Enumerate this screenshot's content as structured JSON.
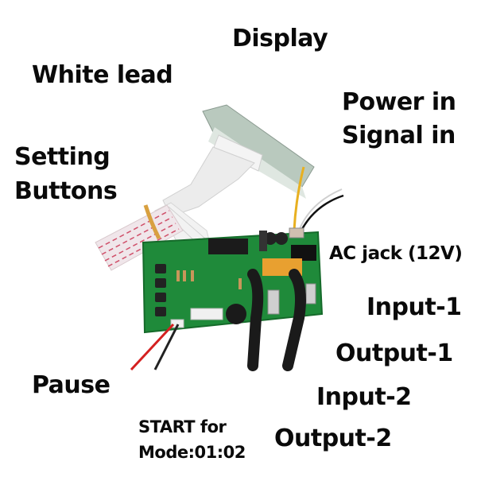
{
  "labels": {
    "display": "Display",
    "white_lead": "White lead",
    "power_in": "Power in",
    "signal_in": "Signal in",
    "setting": "Setting",
    "buttons": "Buttons",
    "ac_jack": "AC jack (12V)",
    "input_1": "Input-1",
    "output_1": "Output-1",
    "input_2": "Input-2",
    "output_2": "Output-2",
    "pause": "Pause",
    "start_for": "START for",
    "mode": "Mode:01:02"
  },
  "colors": {
    "pcb_green": "#1f8a3a",
    "cable_black": "#1a1a1a",
    "ribbon_white": "#eeeeee",
    "ribbon_red_stripe": "#d0506a",
    "wire_red": "#d42020",
    "wire_yellow": "#e8b020",
    "relay_orange": "#e8a030"
  }
}
